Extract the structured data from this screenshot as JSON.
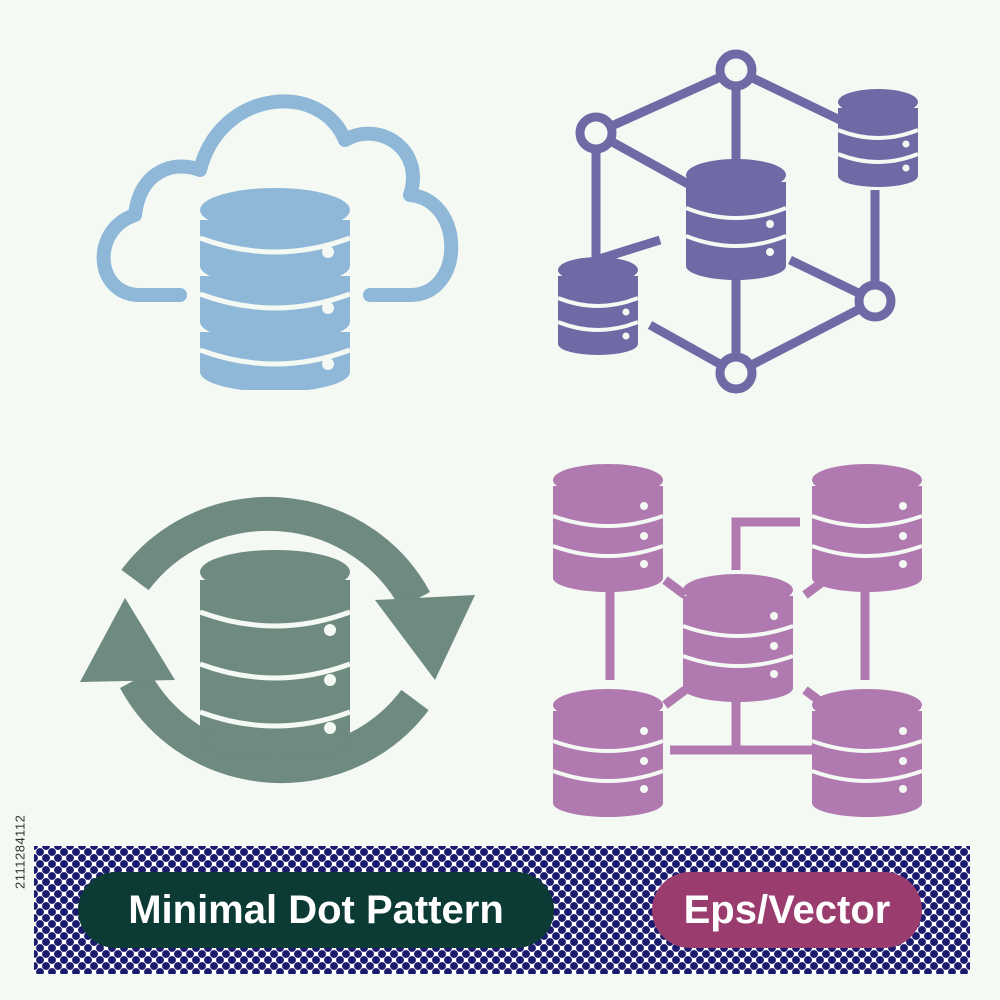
{
  "icons": [
    {
      "name": "cloud-database-icon",
      "color": "#8fb8d8"
    },
    {
      "name": "network-database-icon",
      "color": "#6e6aa6"
    },
    {
      "name": "sync-database-icon",
      "color": "#6f8a80"
    },
    {
      "name": "database-cluster-icon",
      "color": "#b07ab0"
    }
  ],
  "stock_id": "2111284112",
  "banner": {
    "left_label": "Minimal Dot Pattern",
    "right_label": "Eps/Vector",
    "dot_color": "#1a1a6e",
    "left_pill_color": "#0c3a35",
    "right_pill_color": "#9a3d6e"
  }
}
